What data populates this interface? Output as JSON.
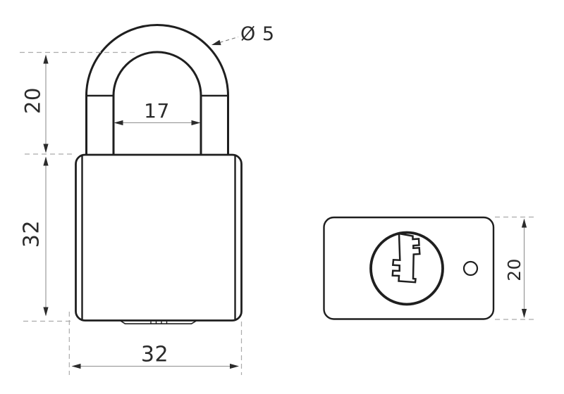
{
  "drawing": {
    "subject": "padlock-technical-drawing",
    "views": [
      "front-view",
      "bottom-view"
    ]
  },
  "labels": {
    "shackle_clearance_height": "20",
    "shackle_inner_width": "17",
    "body_height": "32",
    "body_width": "32",
    "shackle_diameter": "Ø 5",
    "body_depth": "20"
  },
  "colors": {
    "background": "#ffffff",
    "outline": "#1f1f1f",
    "dimension_line": "#8f8f8f",
    "extension_dash": "#ababab",
    "label_text": "#2b2b2b"
  }
}
